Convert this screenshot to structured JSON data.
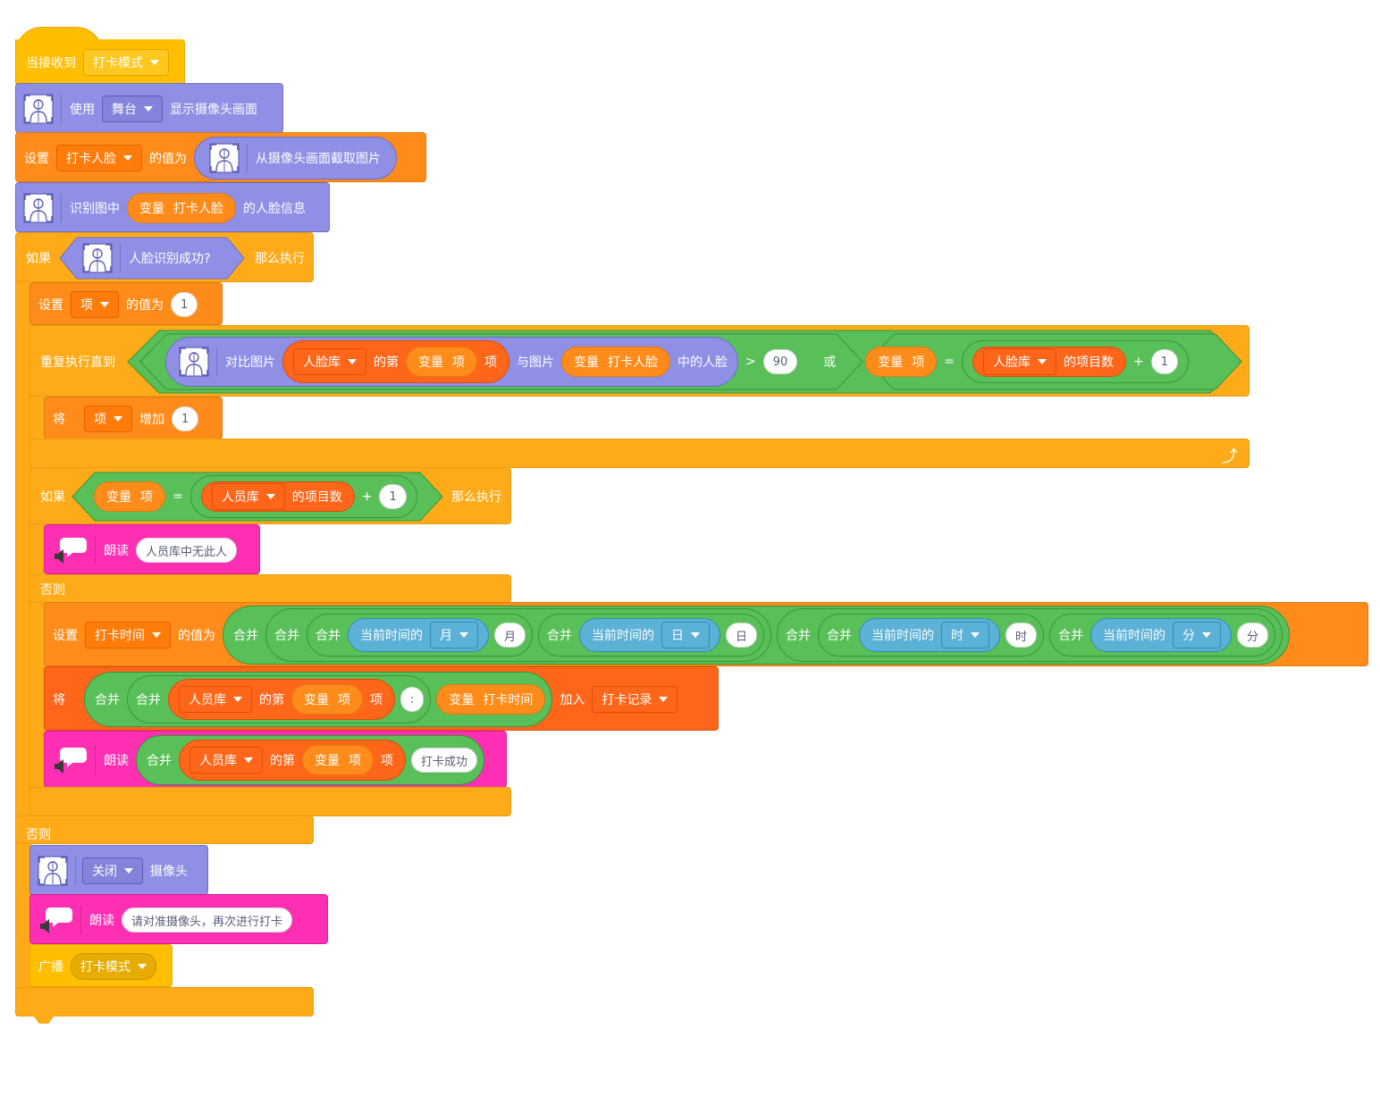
{
  "colors": {
    "events": "#ffbf00",
    "control": "#ffab19",
    "variables": "#ff8c1a",
    "lists": "#ff661a",
    "operators": "#59c059",
    "face_ai": "#8f8fe6",
    "speech": "#ff2fb4",
    "sensing": "#5cb1d6"
  },
  "hat": {
    "label": "当接收到",
    "message": "打卡模式"
  },
  "camera_show": {
    "prefix": "使用",
    "target": "舞台",
    "suffix": "显示摄像头画面"
  },
  "set_face": {
    "prefix": "设置",
    "var": "打卡人脸",
    "mid": "的值为",
    "reporter": "从摄像头画面截取图片"
  },
  "recognize": {
    "prefix": "识别图中",
    "var_word": "变量",
    "var_name": "打卡人脸",
    "suffix": "的人脸信息"
  },
  "if_outer": {
    "if": "如果",
    "cond": "人脸识别成功?",
    "then": "那么执行",
    "else": "否则"
  },
  "set_item": {
    "prefix": "设置",
    "var": "项",
    "mid": "的值为",
    "value": "1"
  },
  "repeat": {
    "label": "重复执行直到",
    "compare": "对比图片",
    "list": "人脸库",
    "of_item": "的第",
    "var_word": "变量",
    "var_item": "项",
    "item_suffix": "项",
    "with_image": "与图片",
    "face_var": "打卡人脸",
    "in_faces": "中的人脸",
    "gt": ">",
    "threshold": "90",
    "or": "或",
    "eq": "=",
    "length_of": "的项目数",
    "plus": "+",
    "one": "1",
    "loop_icon": "loop-arrow-icon"
  },
  "change_item": {
    "prefix": "将",
    "var": "项",
    "mid": "增加",
    "value": "1"
  },
  "if_inner": {
    "if": "如果",
    "var_word": "变量",
    "var_item": "项",
    "eq": "=",
    "list": "人员库",
    "length_of": "的项目数",
    "plus": "+",
    "one": "1",
    "then": "那么执行",
    "else": "否则"
  },
  "speak_none": {
    "label": "朗读",
    "text": "人员库中无此人"
  },
  "set_time": {
    "prefix": "设置",
    "var": "打卡时间",
    "mid": "的值为",
    "join": "合并",
    "current": "当前时间的",
    "month": "月",
    "month_txt": "月",
    "day": "日",
    "day_txt": "日",
    "hour": "时",
    "hour_txt": "时",
    "minute": "分",
    "minute_txt": "分"
  },
  "add_record": {
    "prefix": "将",
    "join": "合并",
    "list": "人员库",
    "of_item": "的第",
    "var_word": "变量",
    "var_item": "项",
    "item_suffix": "项",
    "colon": ":",
    "time_var": "打卡时间",
    "add": "加入",
    "target": "打卡记录"
  },
  "speak_success": {
    "label": "朗读",
    "join": "合并",
    "list": "人员库",
    "of_item": "的第",
    "var_word": "变量",
    "var_item": "项",
    "item_suffix": "项",
    "text": "打卡成功"
  },
  "camera_close": {
    "action": "关闭",
    "suffix": "摄像头"
  },
  "speak_retry": {
    "label": "朗读",
    "text": "请对准摄像头，再次进行打卡"
  },
  "broadcast": {
    "label": "广播",
    "message": "打卡模式"
  }
}
